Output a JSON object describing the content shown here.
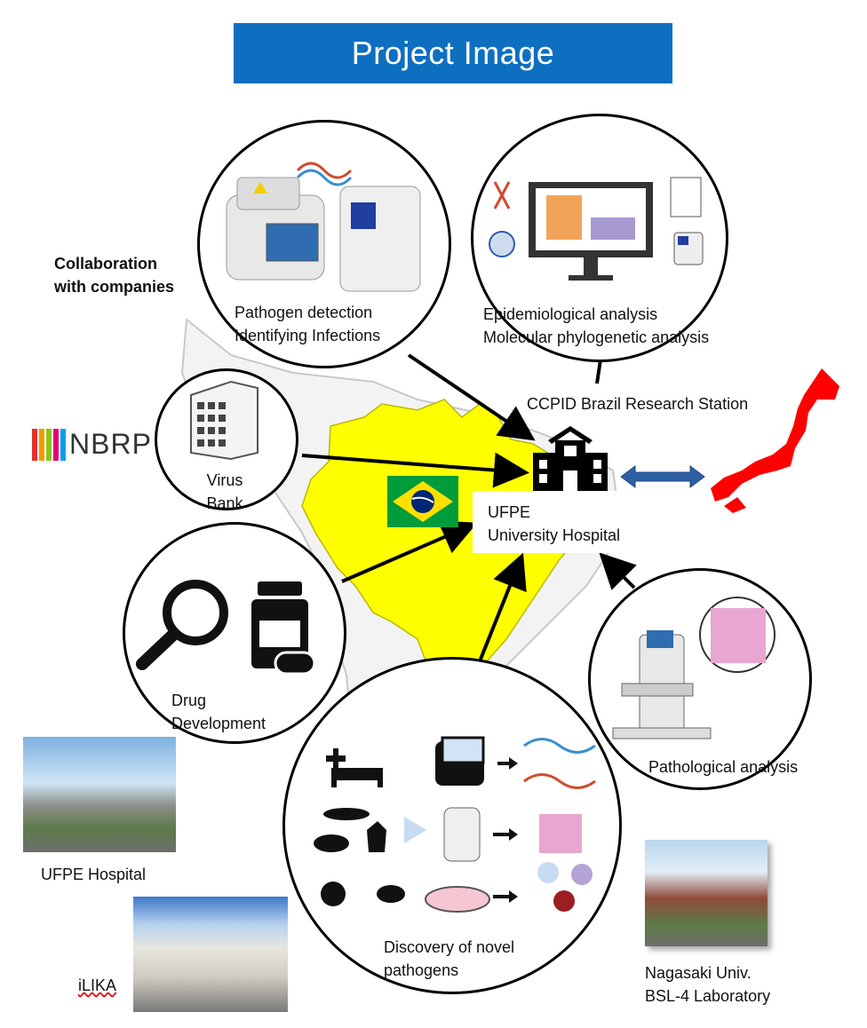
{
  "title": "Project Image",
  "collaboration": {
    "line1": "Collaboration",
    "line2": "with companies"
  },
  "pathogen_detection": {
    "line1": "Pathogen detection",
    "line2": "Identifying Infections"
  },
  "epidemiology": {
    "line1": "Epidemiological analysis",
    "line2": "Molecular phylogenetic analysis"
  },
  "station": "CCPID Brazil Research Station",
  "nbrp": "NBRP",
  "virus_bank": {
    "line1": "Virus",
    "line2": "Bank"
  },
  "ufpe": {
    "line1": "UFPE",
    "line2": "University Hospital"
  },
  "drug": {
    "line1": "Drug",
    "line2": "Development"
  },
  "pathological": "Pathological analysis",
  "discovery": {
    "line1": "Discovery of novel",
    "line2": "pathogens"
  },
  "ufpe_hospital_caption": "UFPE Hospital",
  "ilika_caption": "iLIKA",
  "nagasaki": {
    "line1": "Nagasaki Univ.",
    "line2": "BSL-4 Laboratory"
  },
  "colors": {
    "title_bg": "#0e6fc1",
    "brazil": "#ffff00",
    "japan": "#ff0000",
    "double_arrow": "#2e5fa3",
    "brazil_flag_green": "#009b3a",
    "brazil_flag_yellow": "#fedf00",
    "brazil_flag_blue": "#002776"
  }
}
